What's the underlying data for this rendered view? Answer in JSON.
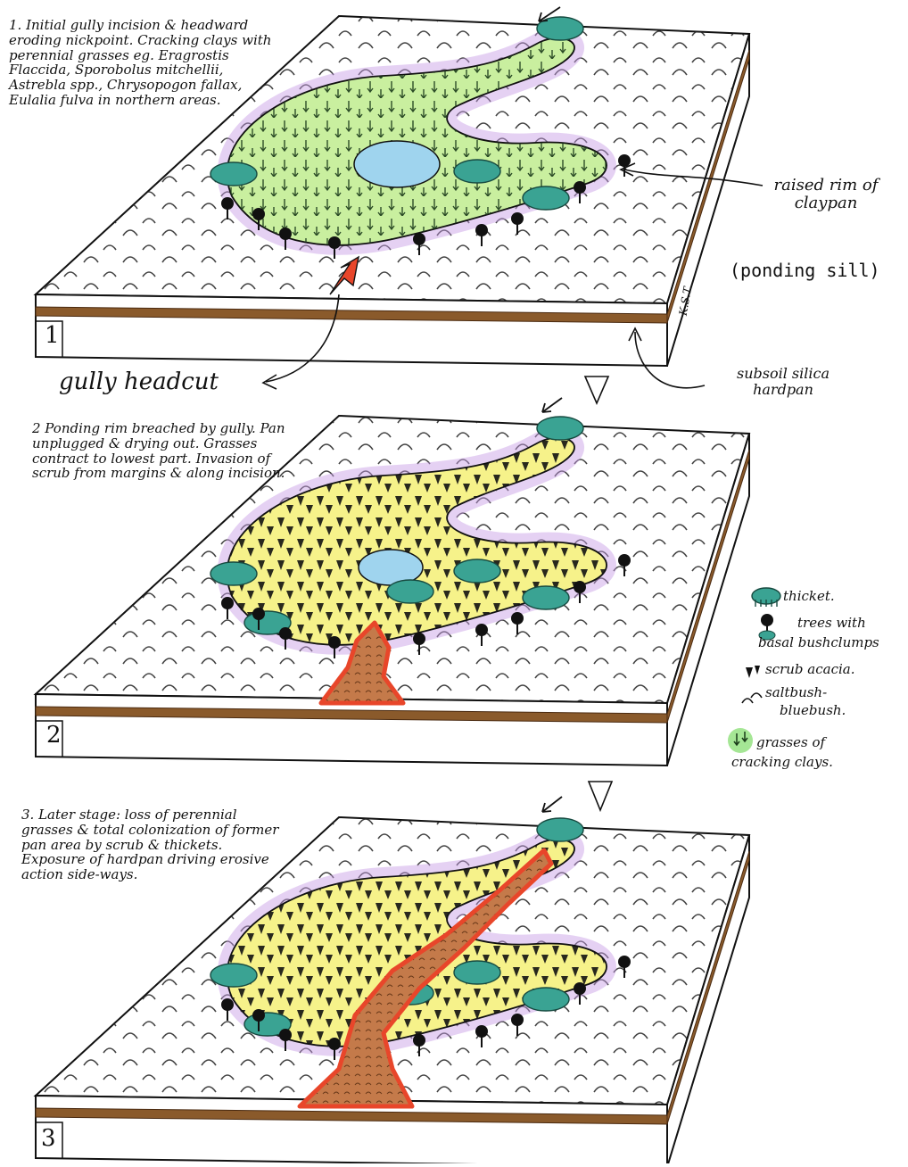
{
  "panels": [
    {
      "number": "1",
      "caption": "1. Initial gully incision & headward eroding nickpoint. Cracking clays with perennial grasses eg. Eragrostis Flaccida, Sporobolus mitchellii, Astrebla spp., Chrysopogon fallax, Eulalia fulva in northern areas."
    },
    {
      "number": "2",
      "caption": "2 Ponding rim breached by gully. Pan unplugged & drying out. Grasses contract to lowest part. Invasion of scrub from margins & along incision."
    },
    {
      "number": "3",
      "caption": "3. Later stage: loss of perennial grasses & total colonization of former pan area by scrub & thickets. Exposure of hardpan driving erosive action side-ways."
    }
  ],
  "labels": {
    "raised_rim": "raised rim of claypan",
    "ponding_sill": "(ponding sill)",
    "gully_headcut": "gully headcut",
    "hardpan": "subsoil silica hardpan",
    "initials": "K.S.T."
  },
  "legend": [
    {
      "symbol": "thicket-icon",
      "line1": "thicket.",
      "line2": ""
    },
    {
      "symbol": "tree-icon",
      "line1": "trees with",
      "line2": "basal bushclumps"
    },
    {
      "symbol": "acacia-icon",
      "line1": "scrub acacia.",
      "line2": ""
    },
    {
      "symbol": "saltbush-icon",
      "line1": "saltbush-",
      "line2": "bluebush."
    },
    {
      "symbol": "grass-icon",
      "line1": "grasses of",
      "line2": "cracking clays."
    }
  ],
  "colors": {
    "pan_green": "#c9ef9f",
    "pan_yellow": "#f6f28a",
    "water_blue": "#9fd4ee",
    "thicket_teal": "#3aa393",
    "rim_purple": "#c79be6",
    "gully_red": "#e8462a",
    "hardpan_brown": "#8a5a2b"
  }
}
